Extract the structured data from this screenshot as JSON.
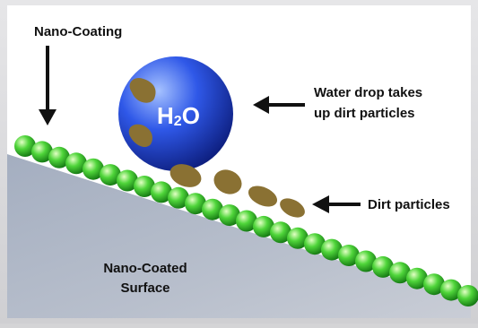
{
  "labels": {
    "coating": "Nano-Coating",
    "water_line1": "Water drop takes",
    "water_line2": "up dirt particles",
    "dirt": "Dirt particles",
    "surface_line1": "Nano-Coated",
    "surface_line2": "Surface"
  },
  "drop": {
    "main": "H",
    "sub": "2",
    "tail": "O"
  },
  "colors": {
    "drop_light": "#a6c2ff",
    "drop_mid": "#2f58e8",
    "drop_dark": "#0d1e7e",
    "bead_light": "#e2ffc4",
    "bead_mid": "#4fd53a",
    "bead_dark": "#167a14",
    "dirt": "#8a7133",
    "text": "#111111"
  }
}
